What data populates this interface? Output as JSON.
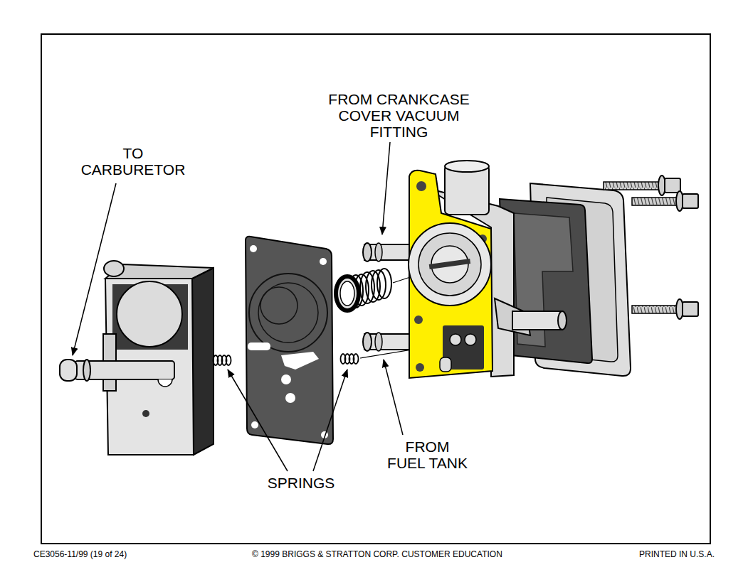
{
  "diagram": {
    "labels": [
      "TO CARBURETOR",
      "FROM CRANKCASE COVER VACUUM FITTING",
      "SPRINGS",
      "FROM FUEL TANK",
      "CE3056-11/99 (19 of 24)",
      "© 1999 BRIGGS & STRATTON CORP. CUSTOMER EDUCATION",
      "PRINTED IN U.S.A."
    ]
  }
}
